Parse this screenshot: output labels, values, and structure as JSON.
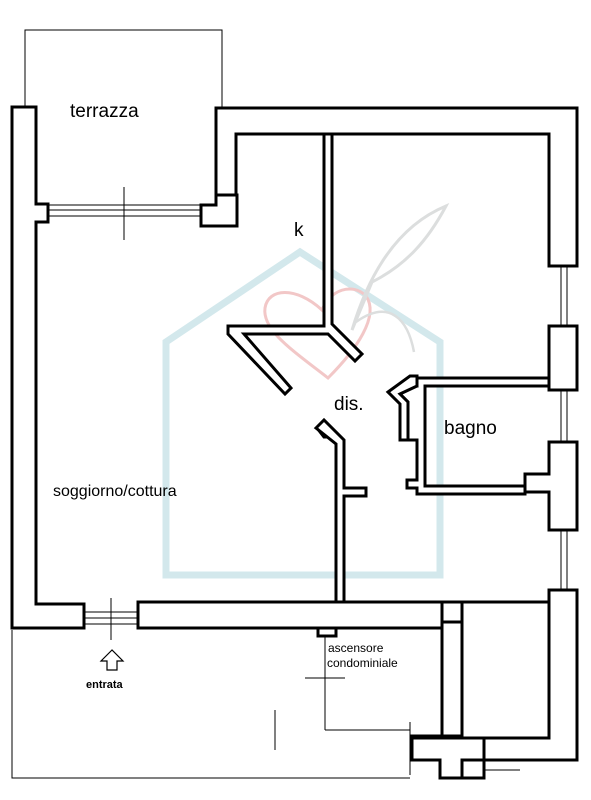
{
  "rooms": {
    "terrazza": "terrazza",
    "kitchen": "k",
    "disimpegno": "dis.",
    "bagno": "bagno",
    "soggiorno": "soggiorno/cottura"
  },
  "annotations": {
    "ascensore_line1": "ascensore",
    "ascensore_line2": "condominiale",
    "entrata": "entrata"
  },
  "icons": {
    "entrance_arrow": "up-arrow-outline-icon",
    "watermark": "house-heart-leaf-watermark-icon"
  },
  "colors": {
    "walls": "#000000",
    "watermark_house": "#cfe6ea",
    "watermark_heart": "#f2c7c7",
    "watermark_leaf": "#d9dcdc"
  }
}
